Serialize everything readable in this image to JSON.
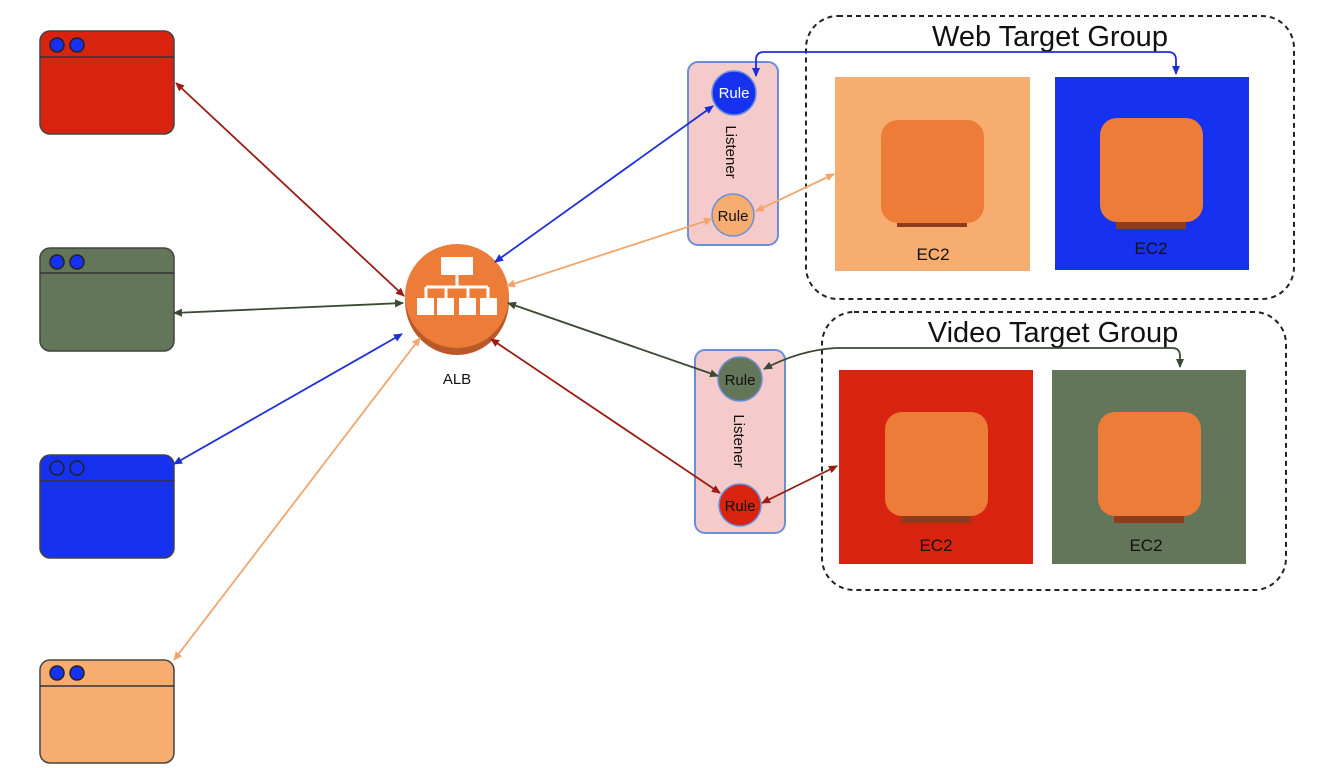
{
  "colors": {
    "red": "#d8240f",
    "green": "#647659",
    "blue": "#1632f0",
    "peach": "#f7ad70",
    "orange": "#ec7c38",
    "listener_bg": "#f4cbca",
    "listener_border": "#6a8fd6",
    "arrow_red": "#9b1c12",
    "arrow_green": "#3a4a32",
    "arrow_blue": "#1c2fd6",
    "arrow_peach": "#f2a56c"
  },
  "clients": [
    {
      "color": "red"
    },
    {
      "color": "green"
    },
    {
      "color": "blue"
    },
    {
      "color": "peach"
    }
  ],
  "alb": {
    "label": "ALB",
    "icon": "load-balancer-icon"
  },
  "listeners": {
    "web": {
      "label": "Listener",
      "rule_top": "Rule",
      "rule_bottom": "Rule"
    },
    "video": {
      "label": "Listener",
      "rule_top": "Rule",
      "rule_bottom": "Rule"
    }
  },
  "target_groups": {
    "web": {
      "title": "Web Target Group",
      "instances": [
        {
          "label": "EC2",
          "color": "peach"
        },
        {
          "label": "EC2",
          "color": "blue"
        }
      ]
    },
    "video": {
      "title": "Video Target Group",
      "instances": [
        {
          "label": "EC2",
          "color": "red"
        },
        {
          "label": "EC2",
          "color": "green"
        }
      ]
    }
  }
}
